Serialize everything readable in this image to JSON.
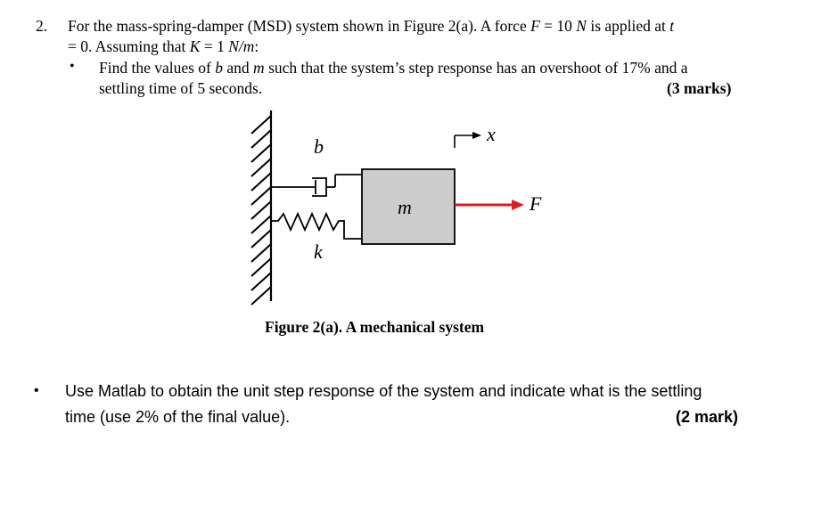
{
  "question": {
    "number": "2.",
    "line1_a": "For the mass-spring-damper (MSD) system  shown in Figure 2(a). A force ",
    "line1_F": "F",
    "line1_b": " = 10 ",
    "line1_N": "N",
    "line1_c": " is applied at ",
    "line1_t": "t",
    "line2_a": "= 0. Assuming that ",
    "line2_K": "K",
    "line2_b": " = 1 ",
    "line2_unit": "N/m",
    "line2_c": ":",
    "bullet1": {
      "symbol": "•",
      "line1_a": "Find the values of ",
      "line1_b_var": "b",
      "line1_b": " and ",
      "line1_m_var": "m",
      "line1_c": " such that the system’s step response has an overshoot of 17% and a",
      "line2": "settling time of 5 seconds.",
      "marks": "(3 marks)"
    }
  },
  "figure": {
    "damper_label": "b",
    "spring_label": "k",
    "mass_label": "m",
    "force_label": "F",
    "displacement_label": "x",
    "caption": "Figure 2(a). A mechanical system",
    "colors": {
      "mass_fill": "#cccccc",
      "force_arrow": "#d42020",
      "lines": "#000000"
    }
  },
  "task2": {
    "symbol": "•",
    "line1": "Use Matlab to obtain the unit step response of the system and indicate what is the settling",
    "line2": "time (use 2% of the final value).",
    "marks": "(2 mark)"
  }
}
